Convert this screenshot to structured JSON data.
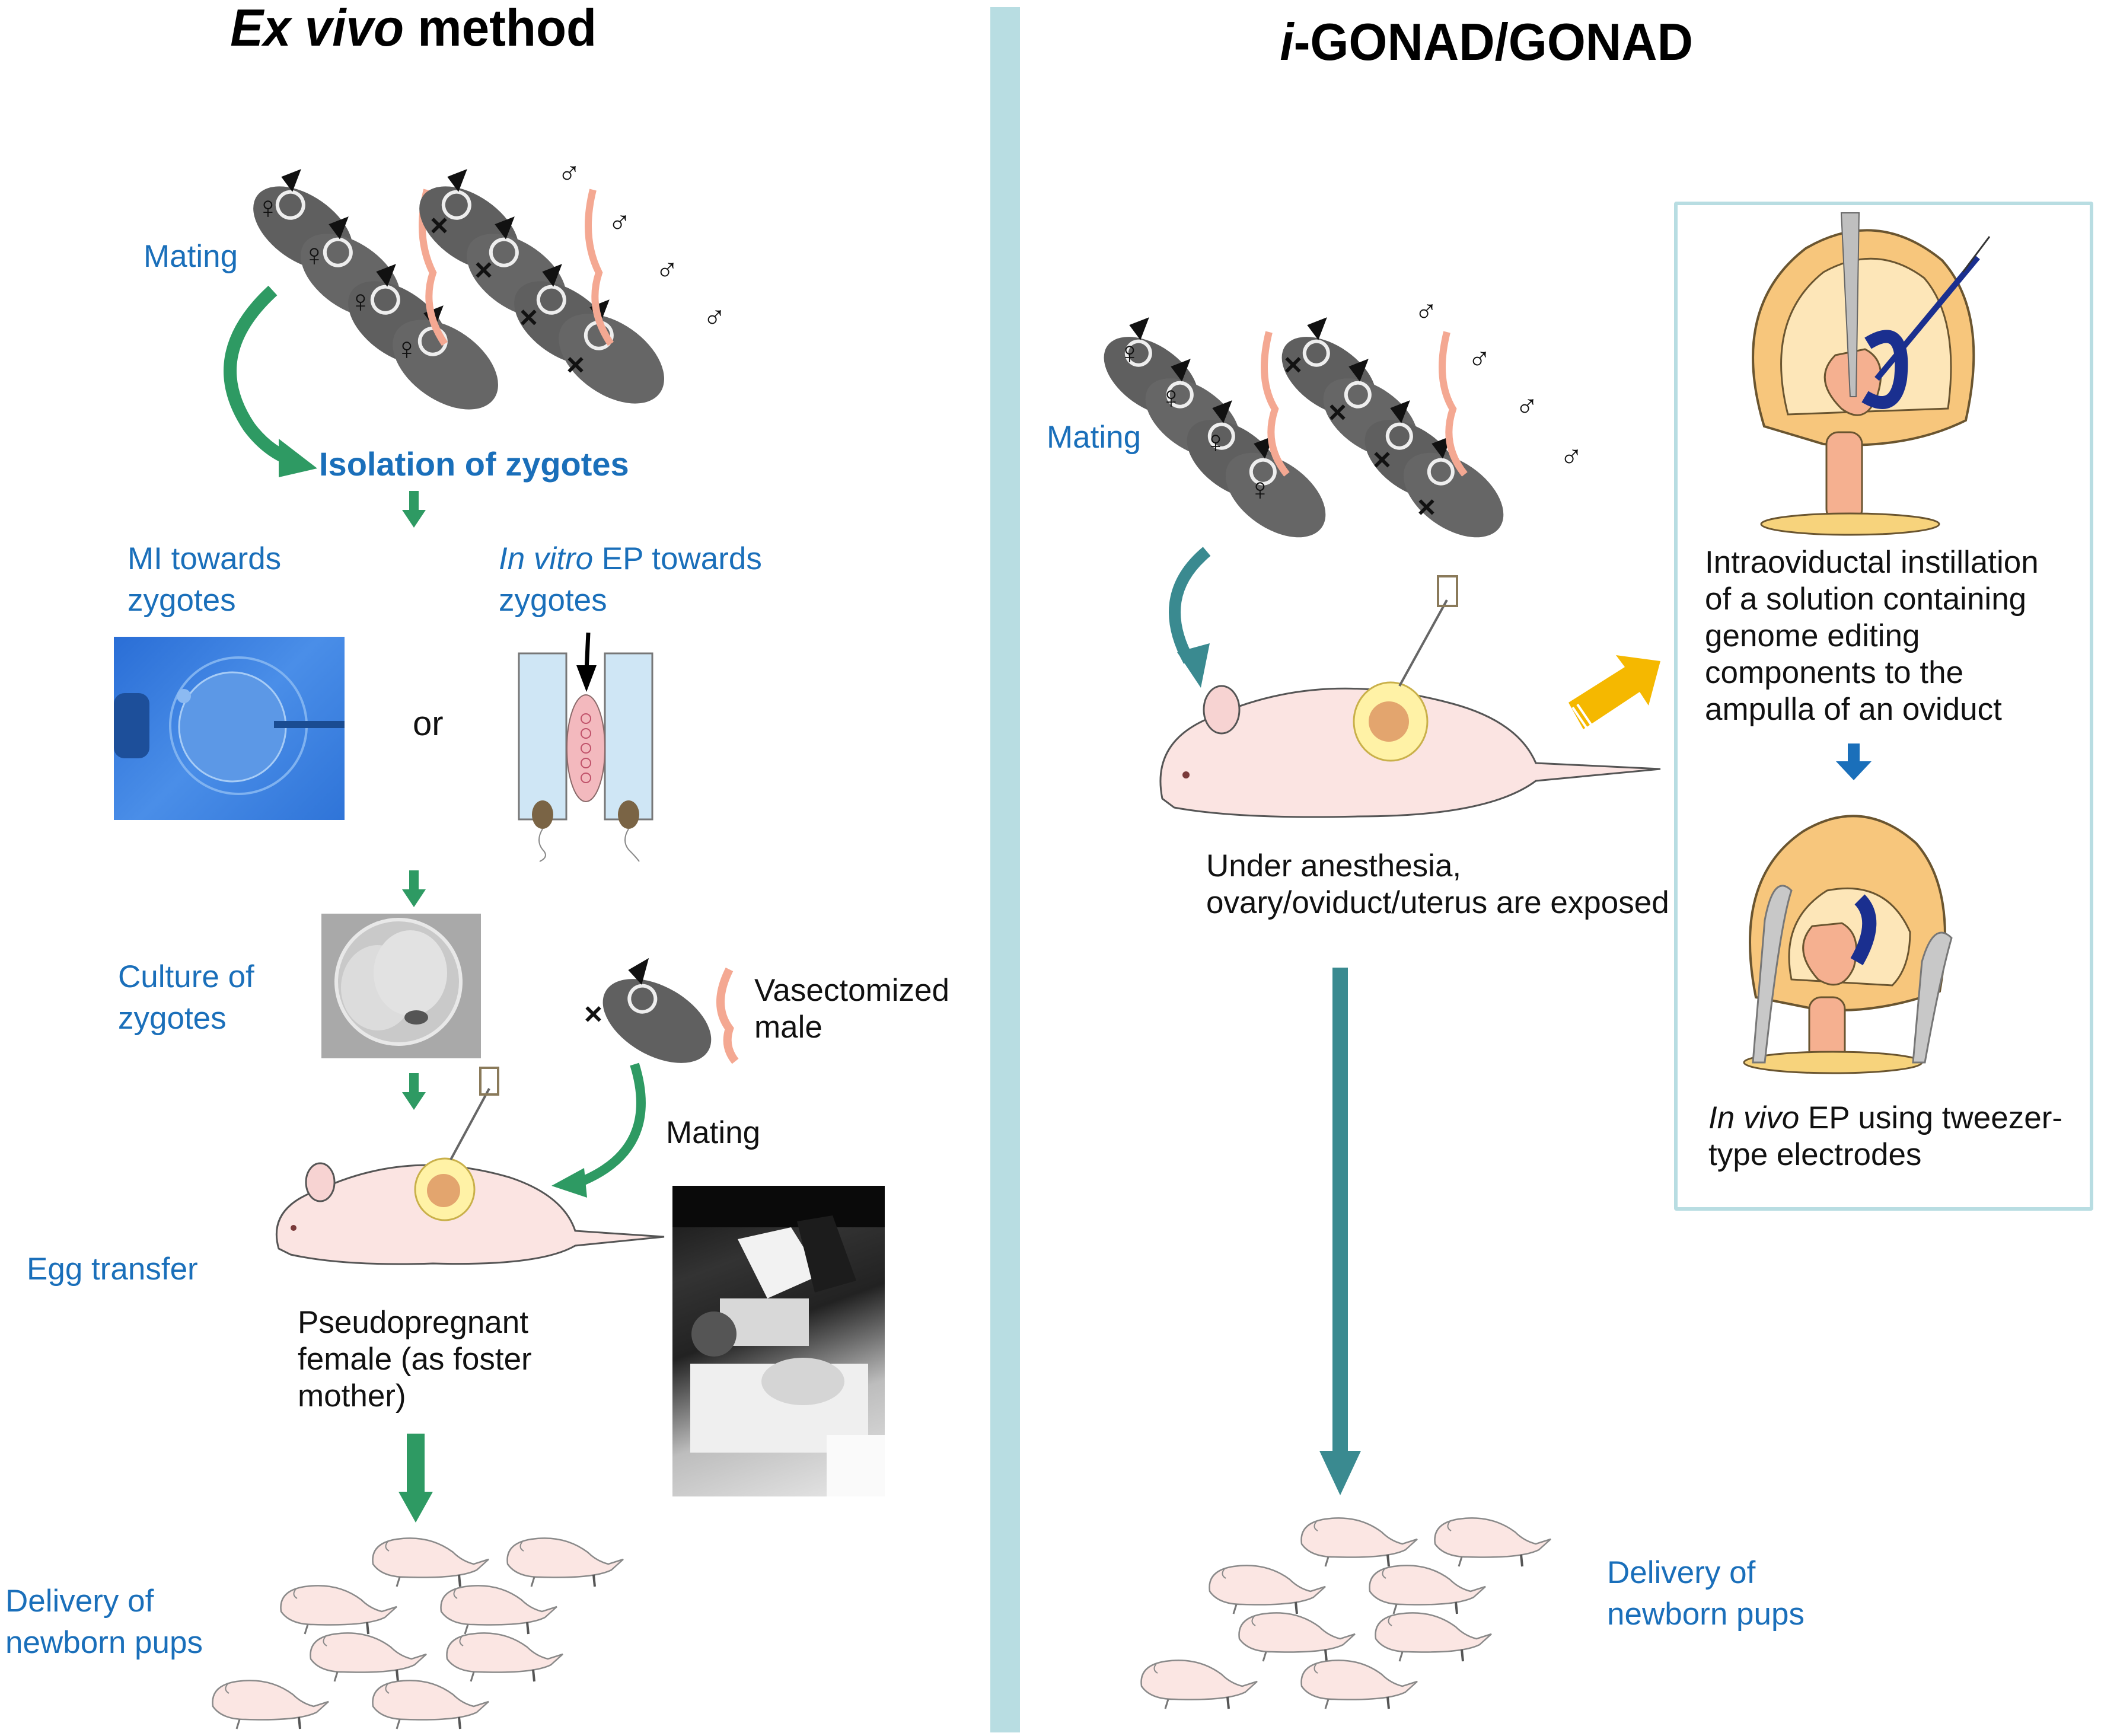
{
  "colors": {
    "divider": "#b8dde2",
    "box_border": "#b8dde2",
    "label_blue": "#1a6fba",
    "green_arrow": "#2e9a63",
    "teal_arrow": "#3a8a90",
    "yellow_arrow": "#f5b800",
    "blue_arrow": "#1a6fba"
  },
  "left_panel": {
    "title_italic": "Ex vivo",
    "title_rest": " method",
    "mating_label": "Mating",
    "isolation_label": "Isolation of zygotes",
    "mi_label_line1": "MI towards",
    "mi_label_line2": "zygotes",
    "or_label": "or",
    "ep_label_italic": "In vitro",
    "ep_label_rest": " EP towards",
    "ep_label_line2": "zygotes",
    "culture_label_line1": "Culture of",
    "culture_label_line2": "zygotes",
    "vasectomized_line1": "Vasectomized",
    "vasectomized_line2": "male",
    "mating2_label": "Mating",
    "egg_transfer_label": "Egg transfer",
    "pseudo_line1": "Pseudopregnant",
    "pseudo_line2": "female (as foster",
    "pseudo_line3": "mother)",
    "delivery_line1": "Delivery of",
    "delivery_line2": "newborn pups",
    "female_symbol": "♀",
    "male_symbol": "♂",
    "cross_symbol": "×"
  },
  "right_panel": {
    "title_italic": "i",
    "title_rest": "-GONAD/GONAD",
    "mating_label": "Mating",
    "anesthesia_line1": "Under anesthesia,",
    "anesthesia_line2": "ovary/oviduct/uterus  are exposed",
    "instill_line1": "Intraoviductal  instillation",
    "instill_line2": "of a solution containing",
    "instill_line3": "genome editing",
    "instill_line4": "components to the",
    "instill_line5": "ampulla of an oviduct",
    "invivo_italic": "In vivo",
    "invivo_rest": " EP using tweezer-",
    "invivo_line2": "type electrodes",
    "delivery_line1": "Delivery of",
    "delivery_line2": "newborn pups",
    "female_symbol": "♀",
    "male_symbol": "♂",
    "cross_symbol": "×"
  }
}
